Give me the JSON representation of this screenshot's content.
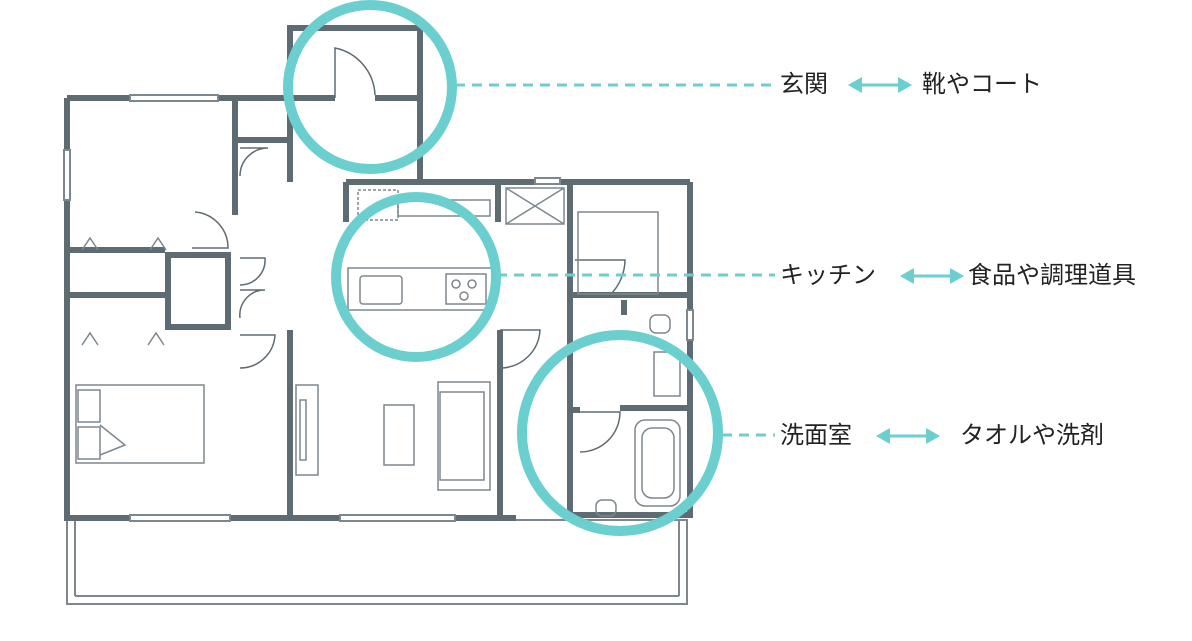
{
  "accent": "#6ccfcf",
  "wall": "#5f6b73",
  "callouts": [
    {
      "place": "玄関",
      "items": "靴やコート"
    },
    {
      "place": "キッチン",
      "items": "食品や調理道具"
    },
    {
      "place": "洗面室",
      "items": "タオルや洗剤"
    }
  ]
}
